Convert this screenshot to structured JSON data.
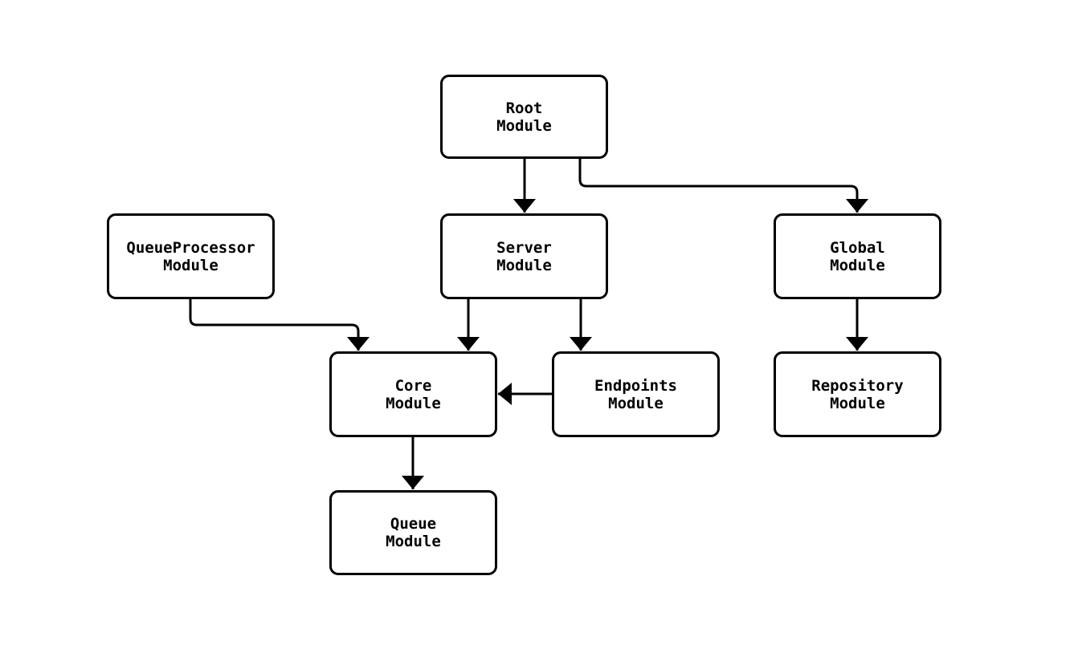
{
  "diagram": {
    "type": "module-dependency-flowchart",
    "colors": {
      "background": "#ffffff",
      "node_fill": "#ffffff",
      "node_border": "#000000",
      "edge": "#000000",
      "text": "#000000"
    },
    "nodes": {
      "root": {
        "label": "Root\nModule"
      },
      "queue_processor": {
        "label": "QueueProcessor\nModule"
      },
      "server": {
        "label": "Server\nModule"
      },
      "global": {
        "label": "Global\nModule"
      },
      "core": {
        "label": "Core\nModule"
      },
      "endpoints": {
        "label": "Endpoints\nModule"
      },
      "repository": {
        "label": "Repository\nModule"
      },
      "queue": {
        "label": "Queue\nModule"
      }
    },
    "edges": [
      {
        "from": "Root Module",
        "to": "Server Module"
      },
      {
        "from": "Root Module",
        "to": "Global Module"
      },
      {
        "from": "QueueProcessor Module",
        "to": "Core Module"
      },
      {
        "from": "Server Module",
        "to": "Core Module"
      },
      {
        "from": "Server Module",
        "to": "Endpoints Module"
      },
      {
        "from": "Endpoints Module",
        "to": "Core Module"
      },
      {
        "from": "Global Module",
        "to": "Repository Module"
      },
      {
        "from": "Core Module",
        "to": "Queue Module"
      }
    ]
  }
}
